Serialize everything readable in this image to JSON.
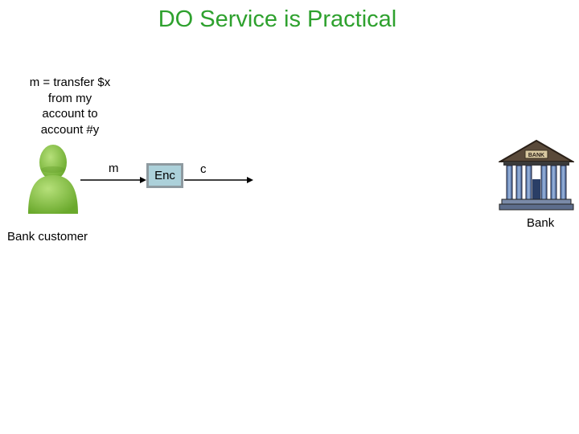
{
  "title": "DO Service is Practical",
  "message_note": [
    "m = transfer $x",
    "from my",
    "account to",
    "account #y"
  ],
  "customer": {
    "label": "Bank customer",
    "icon": "person-icon"
  },
  "bank": {
    "label": "Bank",
    "sign": "BANK",
    "icon": "bank-building-icon"
  },
  "flow": {
    "m_label": "m",
    "enc_label": "Enc",
    "c_label": "c"
  },
  "colors": {
    "title": "#2ea12e",
    "person": "#8bc34a",
    "enc_fill": "#acd1da"
  }
}
